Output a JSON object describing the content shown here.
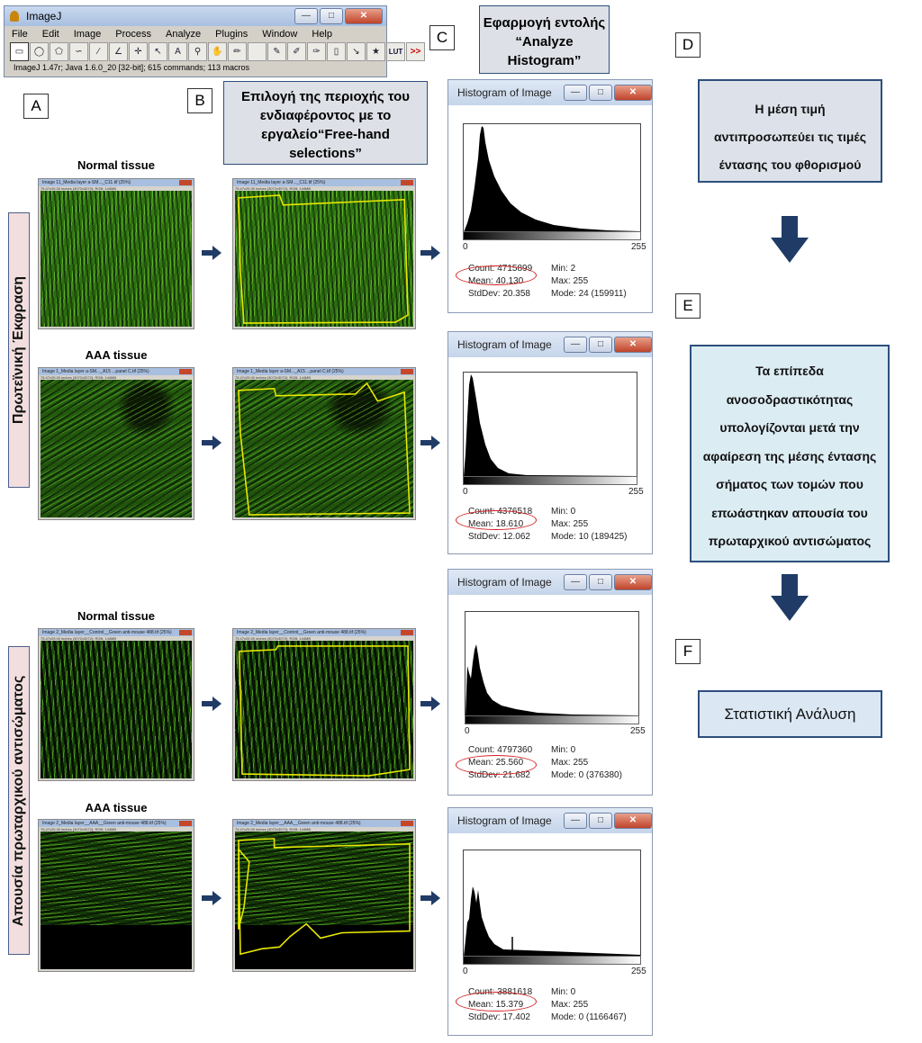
{
  "imagej": {
    "title": "ImageJ",
    "menu": [
      "File",
      "Edit",
      "Image",
      "Process",
      "Analyze",
      "Plugins",
      "Window",
      "Help"
    ],
    "tools": [
      "rectangle-tool",
      "oval-tool",
      "polygon-tool",
      "freehand-tool",
      "line-tool",
      "angle-tool",
      "point-tool",
      "wand-tool",
      "text-tool",
      "magnifier-tool",
      "hand-tool",
      "color-picker-tool",
      "blank-tool",
      "pencil-tool",
      "brush-tool",
      "flood-tool",
      "eraser-tool",
      "arrow-tool",
      "spray-tool",
      "lut-tool",
      "more-tools"
    ],
    "lut_label": "LUT",
    "more_label": ">>",
    "status": "ImageJ 1.47r; Java 1.6.0_20 [32-bit]; 615 commands; 113 macros"
  },
  "letters": {
    "a": "A",
    "b": "B",
    "c": "C",
    "d": "D",
    "e": "E",
    "f": "F"
  },
  "callouts": {
    "b_lines": [
      "Επιλογή της περιοχής του",
      "ενδιαφέροντος με το",
      "εργαλείο“Free-hand",
      "selections”"
    ],
    "c_lines": [
      "Εφαρμογή εντολής",
      "“Analyze",
      "Histogram”"
    ],
    "d_lines": [
      "Η μέση τιμή",
      "αντιπροσωπεύει τις τιμές",
      "έντασης του φθορισμού"
    ],
    "e_lines": [
      "Τα επίπεδα",
      "ανοσοδραστικότητας",
      "υπολογίζονται μετά την",
      "αφαίρεση της μέσης έντασης",
      "σήματος των τομών που",
      "επωάστηκαν απουσία του",
      "πρωταρχικού αντισώματος"
    ],
    "f_text": "Στατιστική Ανάλυση"
  },
  "side_labels": {
    "top": "Πρωτεϊνική Έκφραση",
    "bottom": "Απουσία πρωταρχικού αντισώματος"
  },
  "tissue_labels": {
    "normal": "Normal tissue",
    "aaa": "AAA tissue"
  },
  "micrographs": [
    {
      "title": "Image 11_Media layer a-SM..._C11.tif (25%)",
      "sub": "75.47x25.00 inches (3072x3072); RGB; 144MB"
    },
    {
      "title": "Image 11_Media layer a-SM..._C11.tif (25%)",
      "sub": "75.47x25.00 inches (3072x3072); RGB; 144MB"
    },
    {
      "title": "Image 1_Media layer a-SM..._A15 ...panel C.tif (25%)",
      "sub": "75.47x25.00 inches (3072x3072); RGB; 144MB"
    },
    {
      "title": "Image 1_Media layer a-SM..._A15 ...panel C.tif (25%)",
      "sub": "75.47x25.00 inches (3072x3072); RGB; 144MB"
    },
    {
      "title": "Image 2_Media layer__Control__Green anti-mouse 488.tif (25%)",
      "sub": "75.47x25.00 inches (3072x3072); RGB; 144MB"
    },
    {
      "title": "Image 2_Media layer__Control__Green anti-mouse 488.tif (25%)",
      "sub": "75.47x25.00 inches (3072x3072); RGB; 144MB"
    },
    {
      "title": "Image 2_Media layer__AAA__Green anti-mouse 488.tif (25%)",
      "sub": "75.47x25.00 inches (3072x3072); RGB; 144MB"
    },
    {
      "title": "Image 2_Media layer__AAA__Green anti-mouse 488.tif (25%)",
      "sub": "75.47x25.00 inches (3072x3072); RGB; 144MB"
    }
  ],
  "histograms": [
    {
      "title": "Histogram of Image",
      "tick_min": "0",
      "tick_max": "255",
      "count": "Count: 4715899",
      "mean": "Mean: 40.130",
      "stddev": "StdDev: 20.358",
      "min": "Min: 2",
      "max": "Max: 255",
      "mode": "Mode: 24 (159911)"
    },
    {
      "title": "Histogram of Image",
      "tick_min": "0",
      "tick_max": "255",
      "count": "Count: 4376518",
      "mean": "Mean: 18.610",
      "stddev": "StdDev: 12.062",
      "min": "Min: 0",
      "max": "Max: 255",
      "mode": "Mode: 10 (189425)"
    },
    {
      "title": "Histogram of Image",
      "tick_min": "0",
      "tick_max": "255",
      "count": "Count: 4797360",
      "mean": "Mean: 25.560",
      "stddev": "StdDev: 21.682",
      "min": "Min: 0",
      "max": "Max: 255",
      "mode": "Mode: 0 (376380)"
    },
    {
      "title": "Histogram of Image",
      "tick_min": "0",
      "tick_max": "255",
      "count": "Count: 3881618",
      "mean": "Mean: 15.379",
      "stddev": "StdDev: 17.402",
      "min": "Min: 0",
      "max": "Max: 255",
      "mode": "Mode: 0 (1166467)"
    }
  ],
  "colors": {
    "accent_border": "#2d4f7c",
    "arrow": "#1f3b66",
    "roi": "#e8e800",
    "oval": "#d42020"
  }
}
